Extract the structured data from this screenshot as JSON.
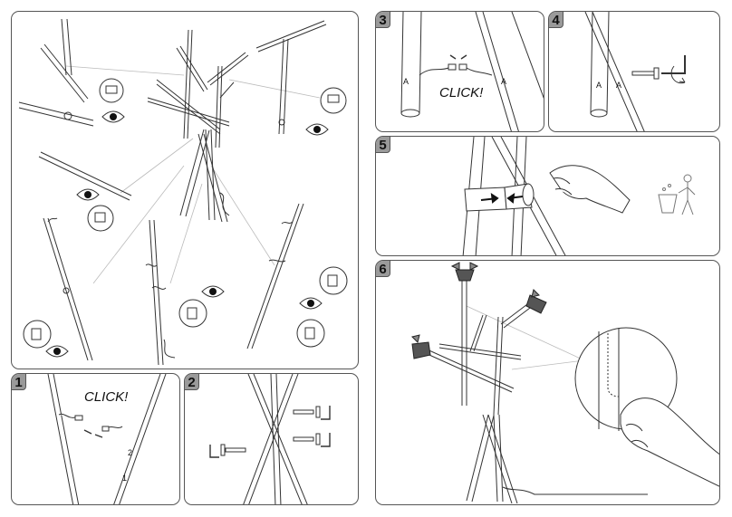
{
  "steps": {
    "s1": {
      "number": "1",
      "caption": "CLICK!"
    },
    "s2": {
      "number": "2"
    },
    "s3": {
      "number": "3",
      "caption": "CLICK!",
      "marker_left": "A",
      "marker_right": "A"
    },
    "s4": {
      "number": "4",
      "marker_left": "A",
      "marker_right": "A"
    },
    "s5": {
      "number": "5"
    },
    "s6": {
      "number": "6"
    }
  },
  "icons": [
    "eye-icon",
    "magnifier-icon",
    "hand-icon",
    "recycle-bin-icon",
    "hex-key-icon",
    "screw-icon",
    "connector-icon",
    "rotation-arrow-icon"
  ],
  "colors": {
    "line": "#333333",
    "badge": "#9a9a9a",
    "panel_border": "#555555"
  }
}
